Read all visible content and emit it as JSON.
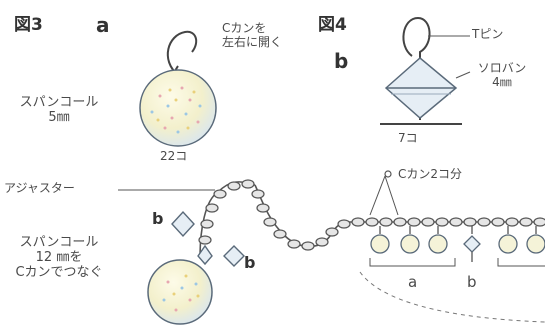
{
  "fig3": {
    "title": "図3",
    "letter": "a"
  },
  "fig4": {
    "title": "図4",
    "letter": "b"
  },
  "c_can_open": [
    "Cカンを",
    "左右に開く"
  ],
  "sequin_5mm": [
    "スパンコール",
    "5㎜"
  ],
  "count_22": "22コ",
  "pin": "Tピン",
  "soroban": [
    "ソロバン",
    "4㎜"
  ],
  "count_7": "7コ",
  "adjuster": "アジャスター",
  "c_can_2": "Cカン2コ分",
  "sequin_12mm": [
    "スパンコール",
    "12 ㎜を",
    "Cカンでつなぐ"
  ],
  "label_b_1": "b",
  "label_b_2": "b",
  "label_b_3": "b",
  "label_a_bottom": "a"
}
